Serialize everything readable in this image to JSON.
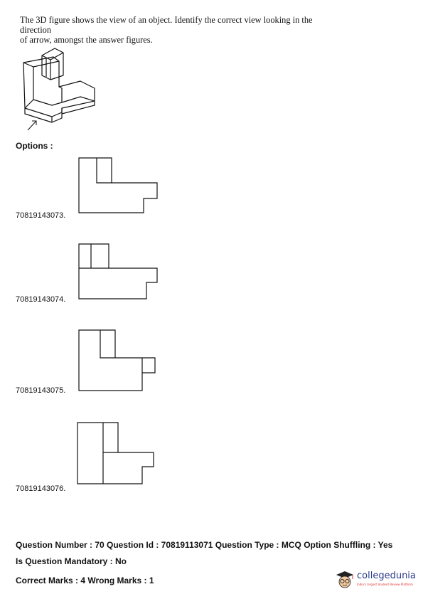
{
  "question": {
    "line1": "The 3D figure shows the view of an object.  Identify the correct view looking in the direction",
    "line2": "of arrow, amongst the answer figures."
  },
  "options_label": "Options :",
  "options": [
    {
      "id": "70819143073."
    },
    {
      "id": "70819143074."
    },
    {
      "id": "70819143075."
    },
    {
      "id": "70819143076."
    }
  ],
  "meta": {
    "line1": "Question Number : 70 Question Id : 70819113071 Question Type : MCQ Option Shuffling : Yes",
    "line2": "Is Question Mandatory : No",
    "line3": "Correct Marks : 4 Wrong Marks : 1"
  },
  "logo": {
    "name": "collegedunia",
    "tagline": "India's largest Student Review Platform"
  }
}
